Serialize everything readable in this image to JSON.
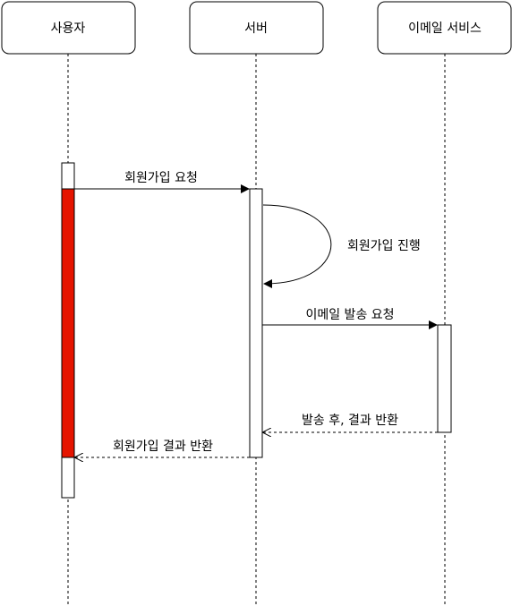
{
  "participants": {
    "user": {
      "label": "사용자"
    },
    "server": {
      "label": "서버"
    },
    "email": {
      "label": "이메일 서비스"
    }
  },
  "messages": {
    "signup_request": "회원가입 요청",
    "signup_process": "회원가입 진행",
    "email_send_request": "이메일 발송 요청",
    "email_send_result": "발송 후, 결과 반환",
    "signup_result": "회원가입 결과 반환"
  },
  "colors": {
    "highlight": "#e51400",
    "stroke": "#000000"
  }
}
